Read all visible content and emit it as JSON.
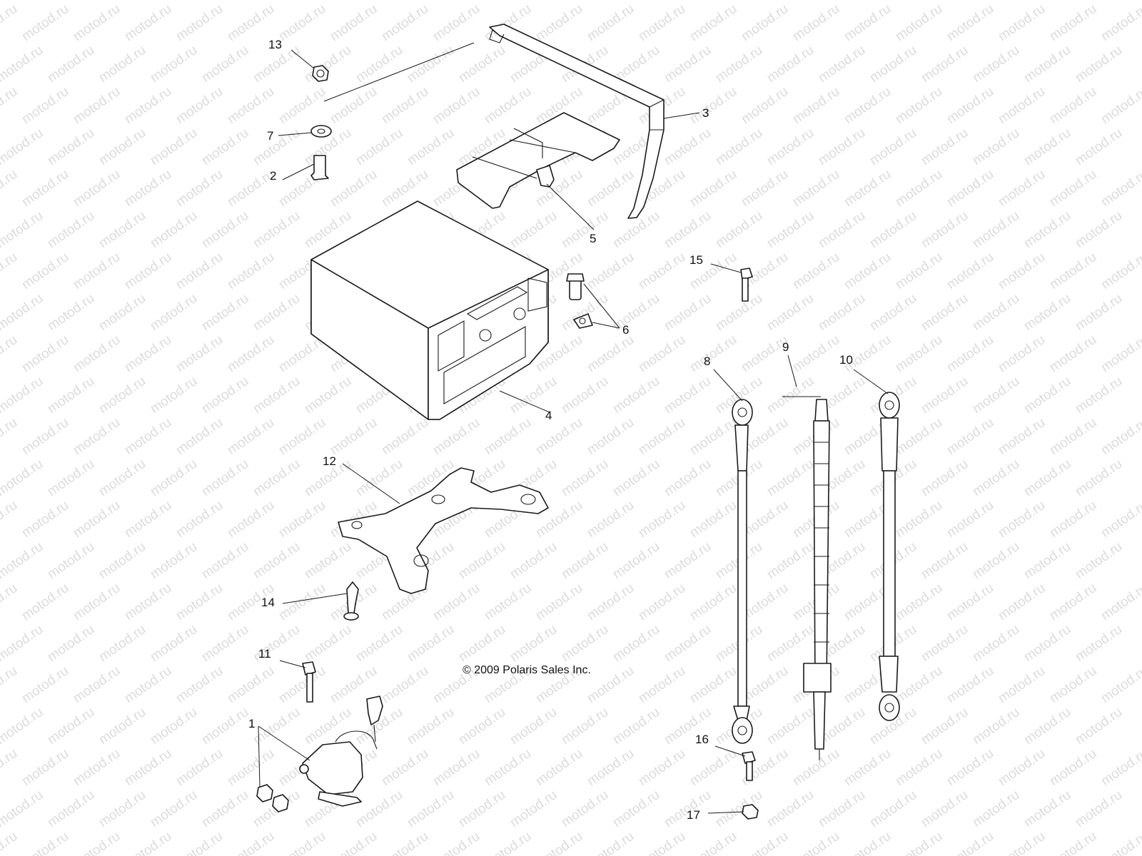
{
  "diagram": {
    "copyright": "© 2009 Polaris Sales Inc.",
    "watermark_text": "motod.ru",
    "callouts": [
      "1",
      "2",
      "3",
      "4",
      "5",
      "6",
      "7",
      "8",
      "9",
      "10",
      "11",
      "12",
      "13",
      "14",
      "15",
      "16",
      "17"
    ]
  }
}
